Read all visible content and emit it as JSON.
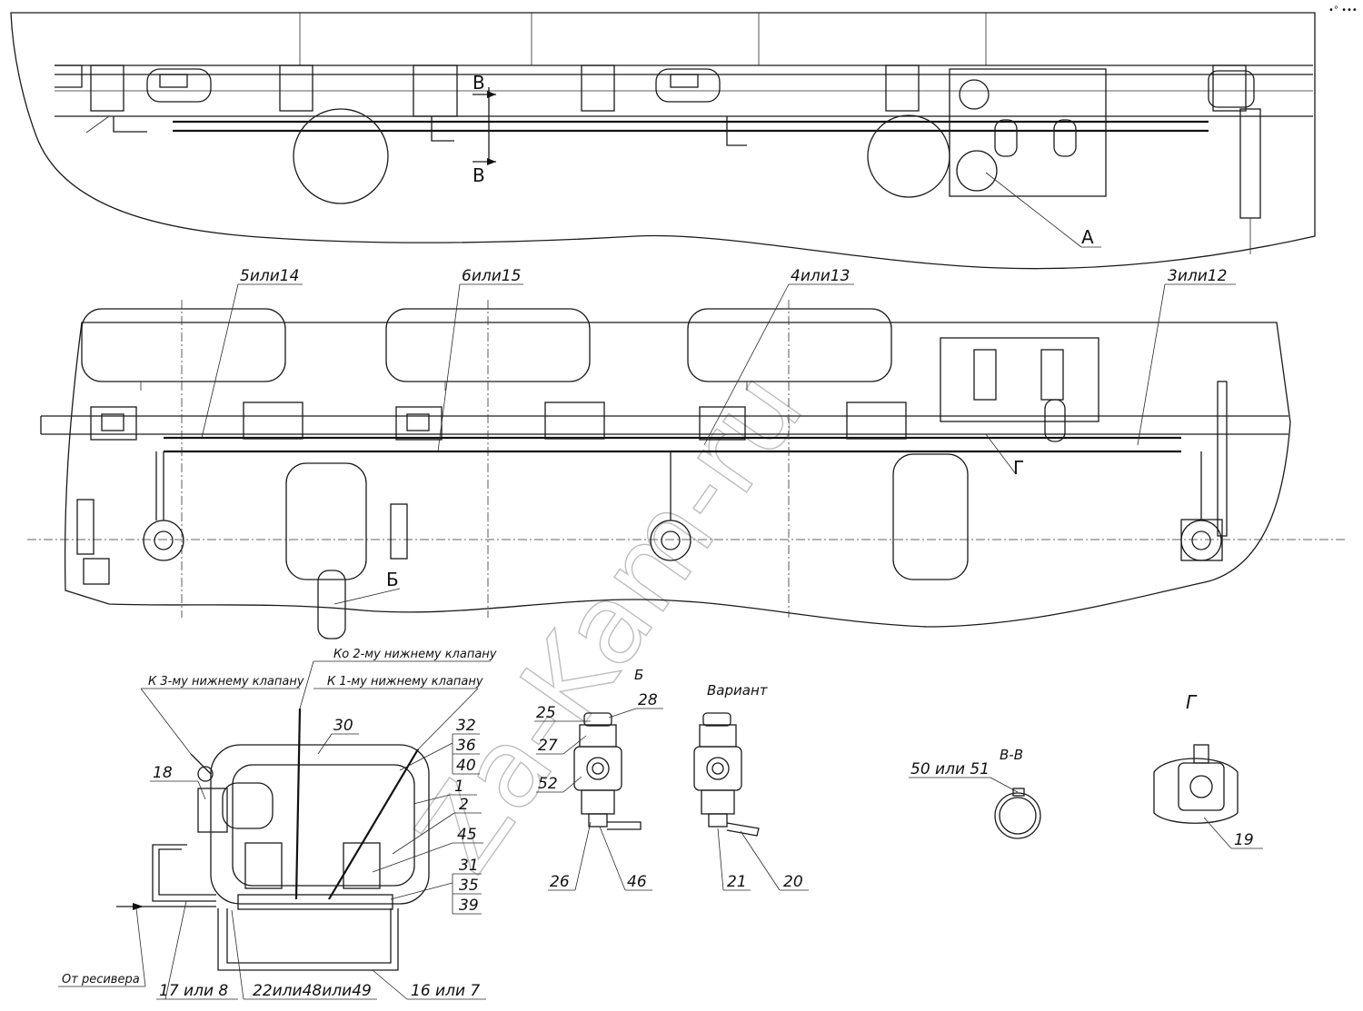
{
  "drawing": {
    "corner_mark": "•° •••",
    "watermark": "Za-Kam-ru",
    "section_top": {
      "section_mark_upper": "В",
      "section_mark_lower": "В",
      "view_a": "А"
    },
    "section_middle": {
      "callout_5_14": "5или14",
      "callout_6_15": "6или15",
      "callout_4_13": "4или13",
      "callout_3_12": "3или12",
      "view_b": "Б",
      "view_g": "Г"
    },
    "detail_a": {
      "note_valve3": "К 3-му нижнему клапану",
      "note_valve2": "Ко 2-му нижнему клапану",
      "note_valve1": "К 1-му нижнему клапану",
      "note_receiver": "От ресивера",
      "n18": "18",
      "n30": "30",
      "n32": "32",
      "n36": "36",
      "n40": "40",
      "n1": "1",
      "n2": "2",
      "n45": "45",
      "n31": "31",
      "n35": "35",
      "n39": "39",
      "n17_8": "17 или 8",
      "n22_48_49": "22или48или49",
      "n16_7": "16 или 7"
    },
    "detail_b": {
      "title": "Б",
      "n25": "25",
      "n28": "28",
      "n27": "27",
      "n52": "52",
      "n26": "26",
      "n46": "46"
    },
    "detail_variant": {
      "title": "Вариант",
      "n21": "21",
      "n20": "20"
    },
    "detail_vv": {
      "title": "В-В",
      "n50_51": "50 или 51"
    },
    "detail_g": {
      "title": "Г",
      "n19": "19"
    }
  }
}
